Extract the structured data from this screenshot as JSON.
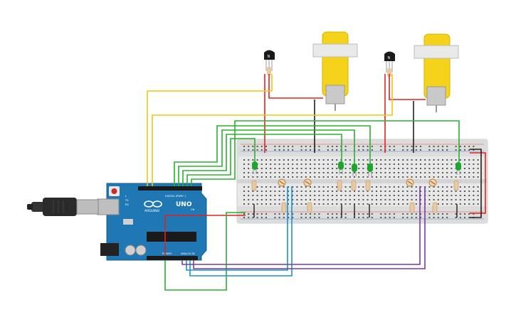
{
  "colors": {
    "background": "#ffffff",
    "board": "#1f78b4",
    "board_dark": "#185f8f",
    "breadboard": "#e6e6e6",
    "motor_body": "#f5d31a",
    "motor_cap": "#d9d9d9",
    "led_green": "#1fa52d",
    "wire_red": "#e0231e",
    "wire_black": "#202020",
    "wire_yellow": "#f2c516",
    "wire_green": "#2ab12f",
    "wire_blue": "#1b92c9",
    "wire_purple": "#7b3aa0"
  },
  "arduino": {
    "brand": "ARDUINO",
    "model": "UNO",
    "digital_label": "DIGITAL (PWM~)",
    "power_label": "POWER",
    "analog_label": "ANALOG IN",
    "tx_label": "TX",
    "rx_label": "RX",
    "l_label": "L",
    "on_label": "ON"
  },
  "transistors": [
    {
      "label": "N"
    },
    {
      "label": "N"
    }
  ],
  "icons": {
    "usb_plug": "usb-plug-icon",
    "motor": "dc-motor-icon",
    "led": "led-icon",
    "photoresistor": "photoresistor-icon",
    "transistor": "npn-transistor-icon",
    "resistor": "resistor-icon",
    "chip": "microcontroller-chip-icon"
  }
}
